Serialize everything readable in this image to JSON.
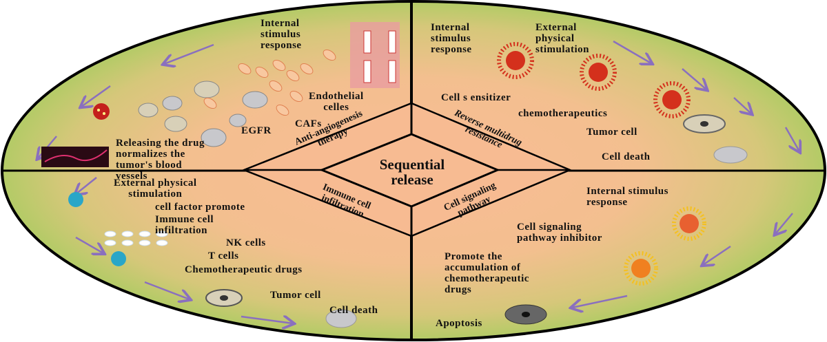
{
  "center": {
    "title": "Sequential\nrelease"
  },
  "strategies": {
    "top_left": "Anti-angiogenesis\ntherapy",
    "top_right": "Reverse multidrug\nresistance",
    "bottom_left": "Immune cell\ninfiltration",
    "bottom_right": "Cell signaling\npathway"
  },
  "quadrant_top_left": {
    "stimulus": "Internal\nstimulus\nresponse",
    "endothelial": "Endothelial\ncelles",
    "cafs": "CAFs",
    "egfr": "EGFR",
    "release": "Releasing the drug\nnormalizes the\ntumor's blood\nvessels"
  },
  "quadrant_top_right": {
    "internal": "Internal\nstimulus\nresponse",
    "external": "External\nphysical\nstimulation",
    "sensitizer": "Cell s ensitizer",
    "chemo": "chemotherapeutics",
    "tumor": "Tumor cell",
    "death": "Cell death"
  },
  "quadrant_bottom_left": {
    "external": "External physical\nstimulation",
    "factor": "cell factor promote",
    "immune": "Immune cell\ninfiltration",
    "nk": "NK cells",
    "t": "T cells",
    "chemo": "Chemotherapeutic drugs",
    "tumor": "Tumor cell",
    "death": "Cell death"
  },
  "quadrant_bottom_right": {
    "internal": "Internal stimulus\nresponse",
    "inhibitor": "Cell signaling\npathway inhibitor",
    "accumulate": "Promote the\naccumulation of\nchemotherapeutic\ndrugs",
    "apoptosis": "Apoptosis"
  },
  "colors": {
    "outer": "#b8cc6a",
    "inner": "#f7bf94",
    "arrow": "#8a6fbf",
    "outline": "#000000"
  }
}
